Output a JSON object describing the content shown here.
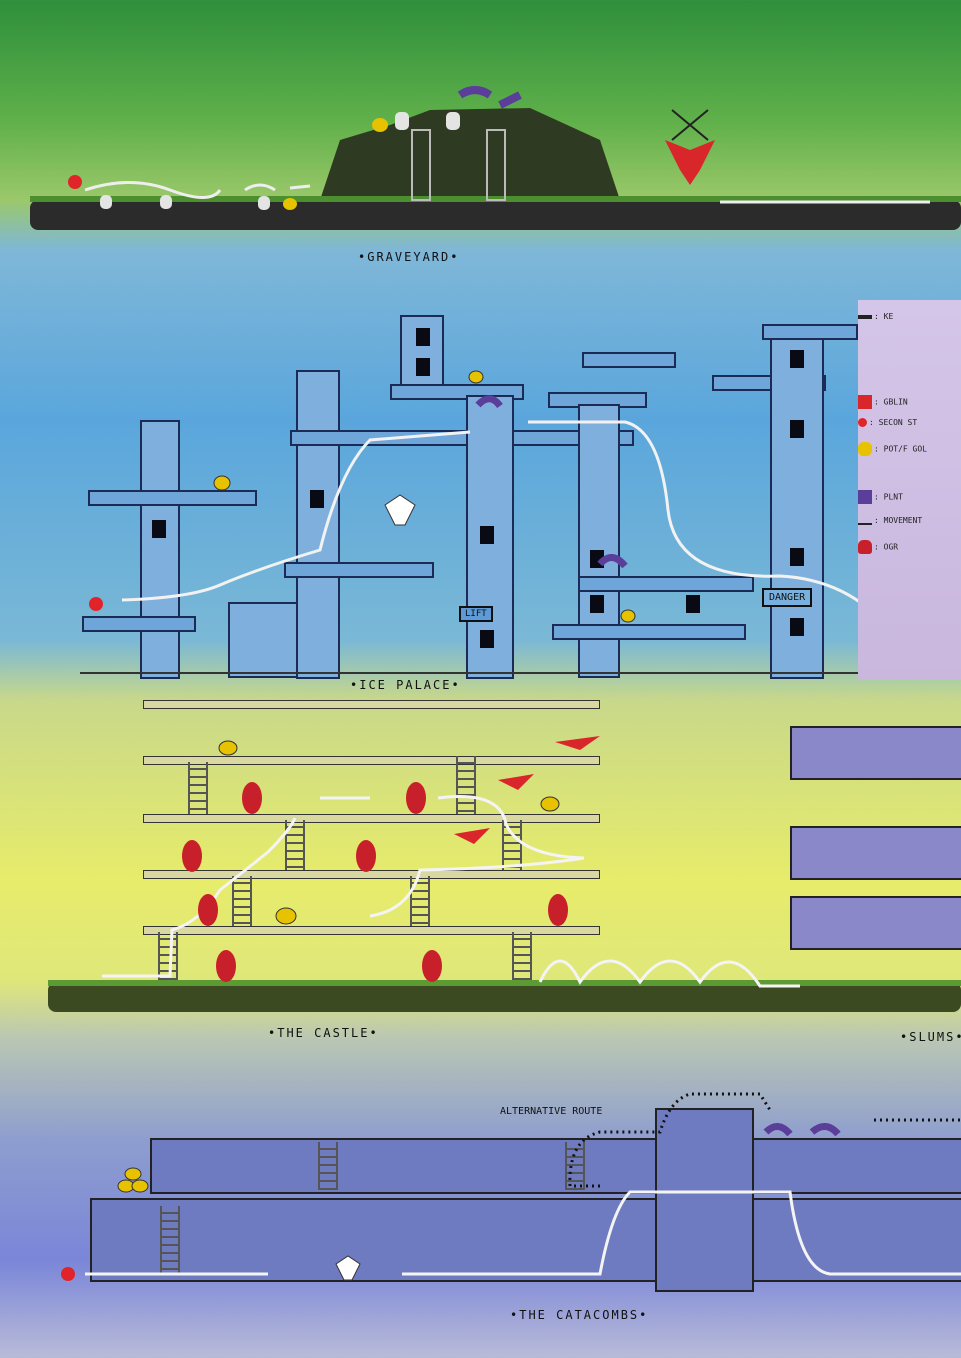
{
  "sections": {
    "graveyard": "•GRAVEYARD•",
    "ice_palace": "•ICE   PALACE•",
    "castle": "•THE   CASTLE•",
    "slums": "•SLUMS•",
    "catacombs": "•THE   CATACOMBS•"
  },
  "signs": {
    "danger": "DANGER",
    "lift": "LIFT",
    "alternative_route": "ALTERNATIVE ROUTE"
  },
  "legend": {
    "key": ": KE",
    "goblin": ": GBLIN",
    "second_stone": ": SECON ST",
    "pot_of_gold": ": POT/F GOL",
    "plant": ": PLNT",
    "movement": ": MOVEMENT",
    "ogre": ": OGR"
  },
  "colors": {
    "goblin": "#d8262b",
    "ogre": "#c8202a",
    "plant": "#5b3d9a",
    "gold": "#e6c200",
    "ice": "#7fb0dd",
    "outline": "#1c2b56"
  }
}
